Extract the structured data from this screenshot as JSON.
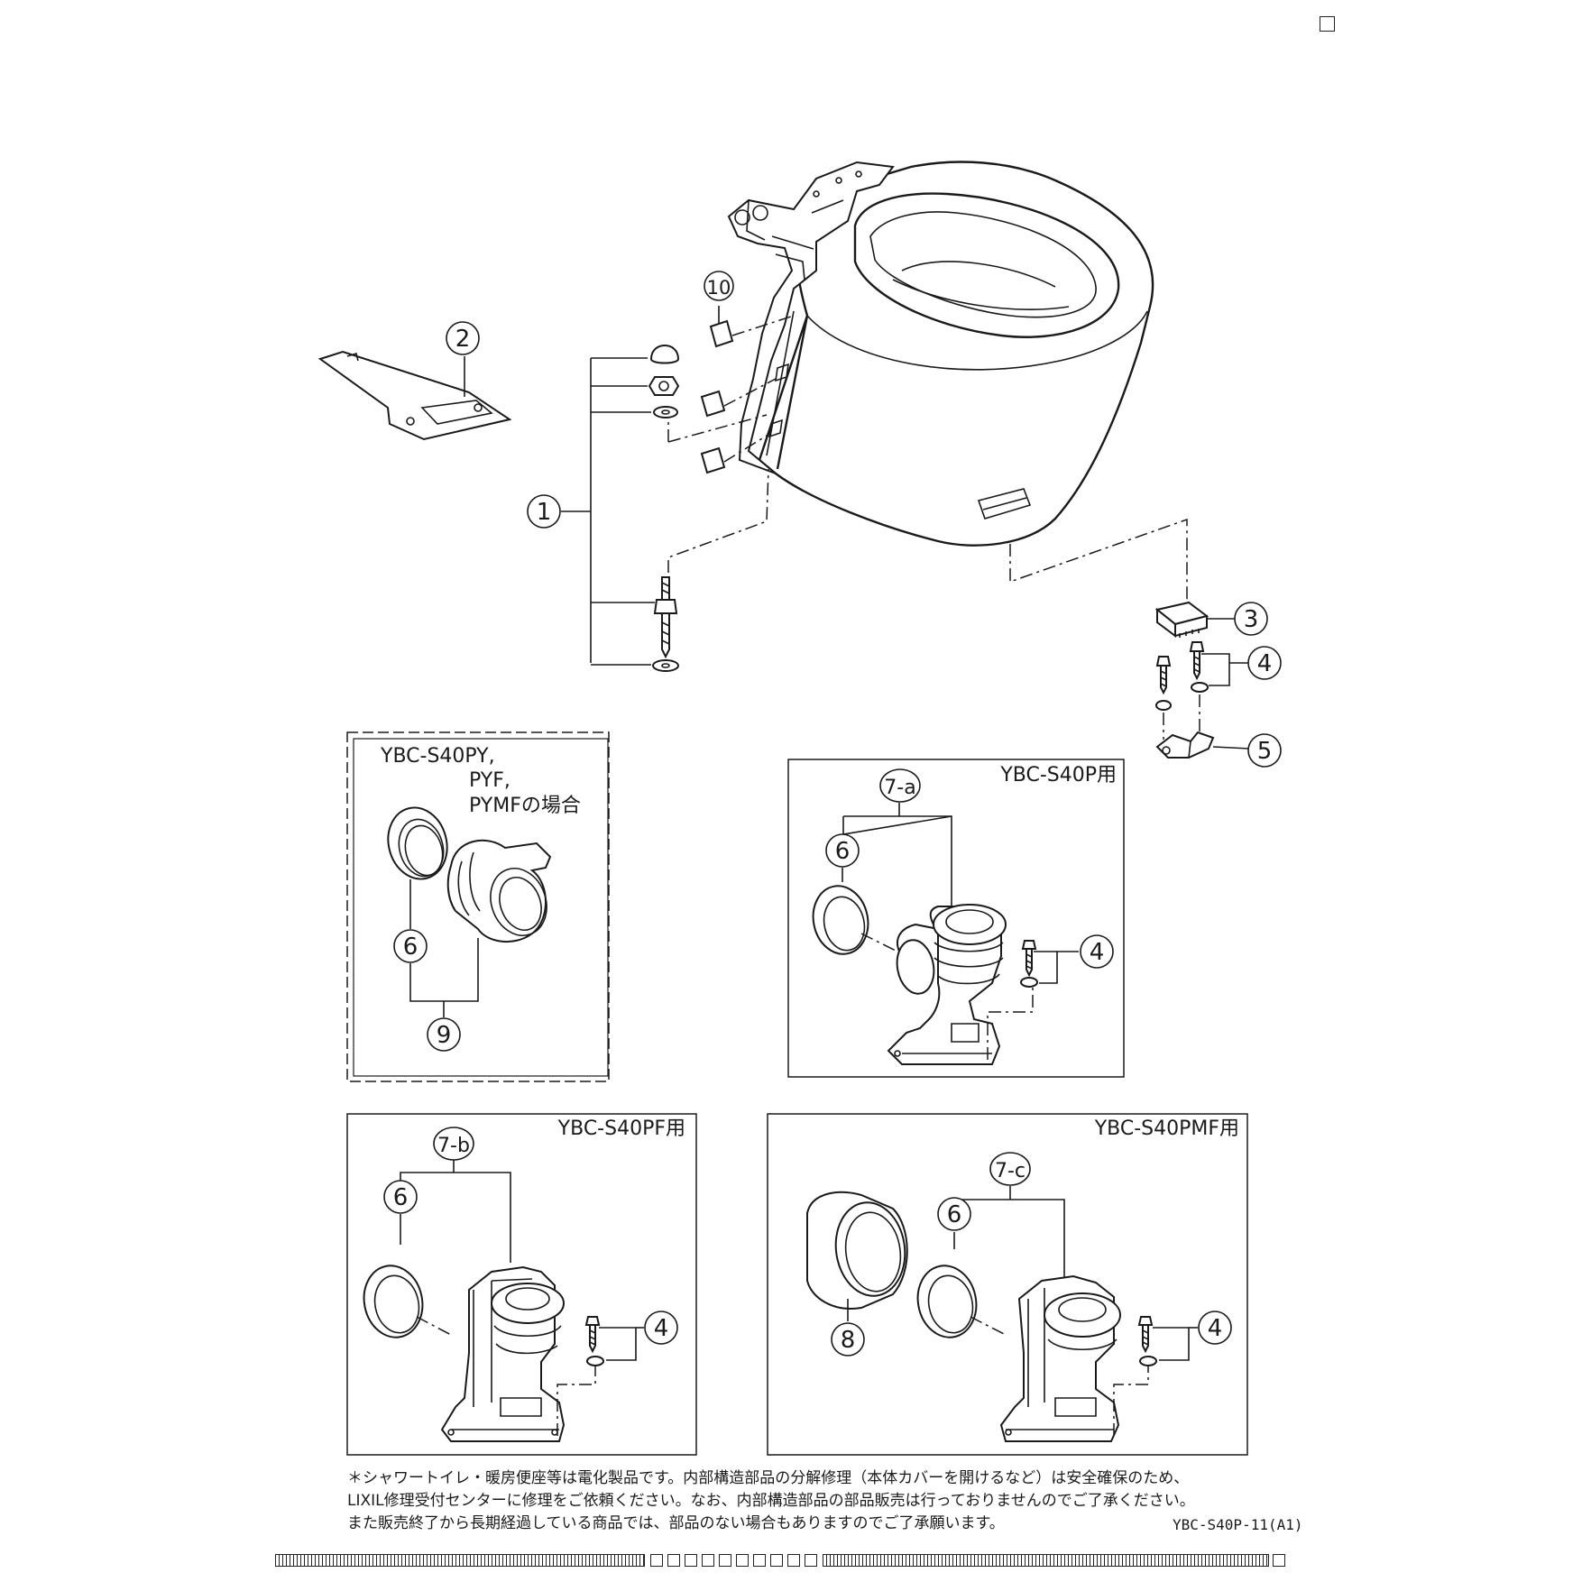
{
  "callouts": {
    "c1": "1",
    "c2": "2",
    "c3": "3",
    "c4": "4",
    "c5": "5",
    "c6": "6",
    "c7a": "7-a",
    "c7b": "7-b",
    "c7c": "7-c",
    "c8": "8",
    "c9": "9",
    "c10": "10"
  },
  "boxes": {
    "py_title_1": "YBC-S40PY,",
    "py_title_2": "PYF,",
    "py_title_3": "PYMFの場合",
    "p_title": "YBC-S40P用",
    "pf_title": "YBC-S40PF用",
    "pmf_title": "YBC-S40PMF用"
  },
  "footnote": {
    "line1": "＊シャワートイレ・暖房便座等は電化製品です。内部構造部品の分解修理（本体カバーを開けるなど）は安全確保のため、",
    "line2": "LIXIL修理受付センターに修理をご依頼ください。なお、内部構造部品の部品販売は行っておりませんのでご了承ください。",
    "line3": "また販売終了から長期経過している商品では、部品のない場合もありますのでご了承願います。",
    "doc_id": "YBC-S40P-11(A1)"
  }
}
